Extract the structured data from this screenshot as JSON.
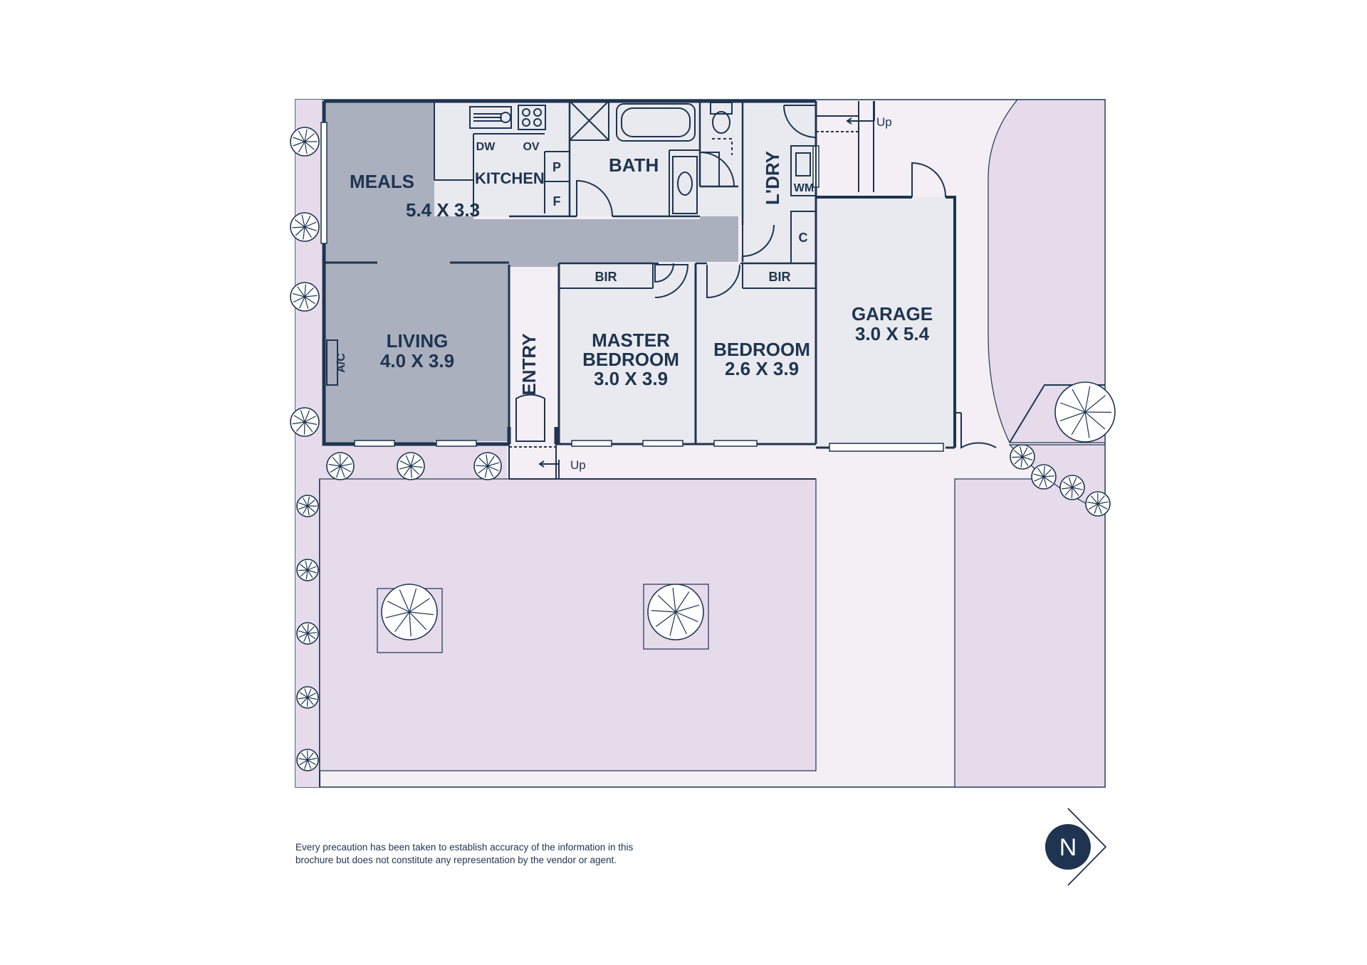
{
  "rooms": {
    "meals": {
      "name": "MEALS",
      "size": "5.4 X 3.3"
    },
    "kitchen": {
      "name": "KITCHEN"
    },
    "bath": {
      "name": "BATH"
    },
    "laundry": {
      "name": "L'DRY"
    },
    "living": {
      "name": "LIVING",
      "size": "4.0 X 3.9"
    },
    "entry": {
      "name": "ENTRY"
    },
    "master_bedroom": {
      "name_line1": "MASTER",
      "name_line2": "BEDROOM",
      "size": "3.0 X 3.9"
    },
    "bedroom": {
      "name": "BEDROOM",
      "size": "2.6 X 3.9"
    },
    "garage": {
      "name": "GARAGE",
      "size": "3.0 X 5.4"
    }
  },
  "fixtures": {
    "dishwasher": "DW",
    "oven": "OV",
    "pantry": "P",
    "fridge": "F",
    "washing_machine": "WM",
    "cupboard": "C",
    "air_conditioner": "A/C",
    "built_in_robe_master": "BIR",
    "built_in_robe_bedroom": "BIR"
  },
  "steps": {
    "rear_up": "Up",
    "front_up": "Up"
  },
  "disclaimer": {
    "line1": "Every precaution has been taken to establish accuracy of the information in this",
    "line2": "brochure but does not constitute any representation by the vendor or agent."
  },
  "compass": {
    "label": "N"
  },
  "colors": {
    "wall": "#1e3450",
    "living_zone": "#aab0bd",
    "room_fill": "#e9eaef",
    "lawn": "#e6dbea",
    "paving": "#f4eef5"
  }
}
